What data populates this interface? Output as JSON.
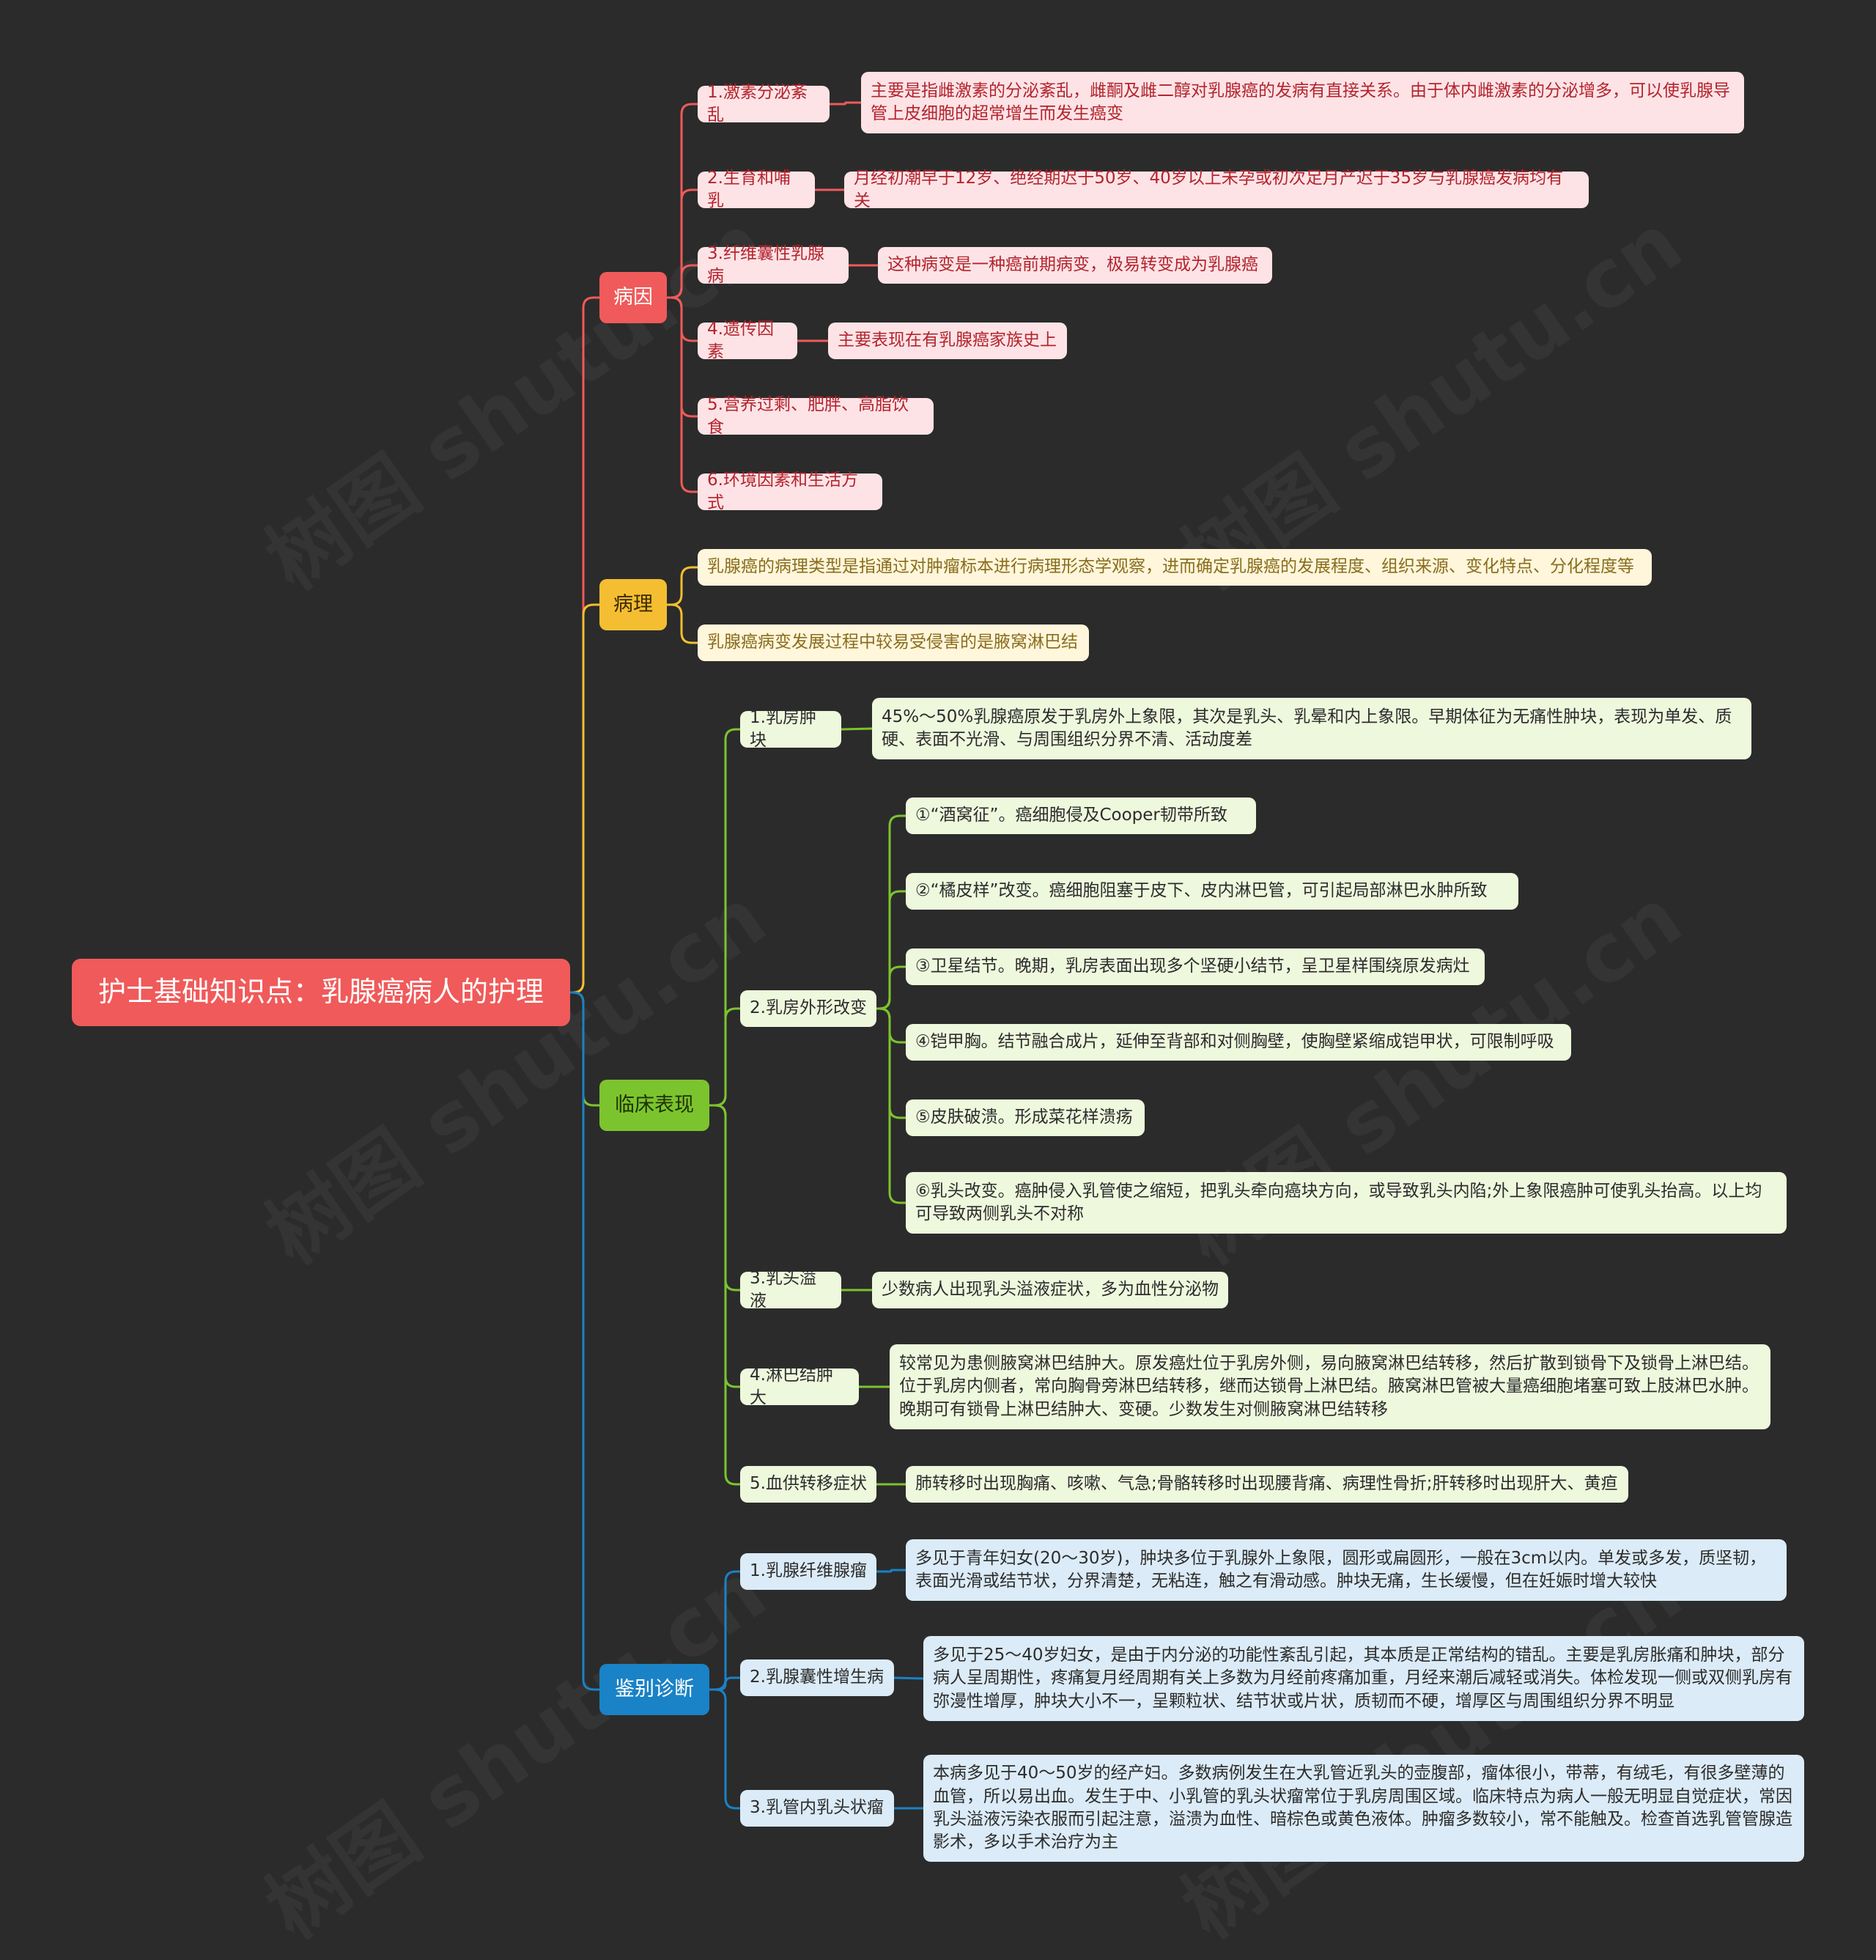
{
  "colors": {
    "background": "#2b2b2b",
    "root": "#f05a5a",
    "cause": "#f05a5a",
    "pathology": "#f5be32",
    "clinical": "#7cc42e",
    "diagnosis": "#1a82c6"
  },
  "root": {
    "title": "护士基础知识点：乳腺癌病人的护理"
  },
  "cause": {
    "label": "病因",
    "items": [
      {
        "label": "1.激素分泌紊乱",
        "detail": "主要是指雌激素的分泌紊乱，雌酮及雌二醇对乳腺癌的发病有直接关系。由于体内雌激素的分泌增多，可以使乳腺导管上皮细胞的超常增生而发生癌变"
      },
      {
        "label": "2.生育和哺乳",
        "detail": "月经初潮早于12岁、绝经期迟于50岁、40岁以上未孕或初次足月产迟于35岁与乳腺癌发病均有关"
      },
      {
        "label": "3.纤维囊性乳腺病",
        "detail": "这种病变是一种癌前期病变，极易转变成为乳腺癌"
      },
      {
        "label": "4.遗传因素",
        "detail": "主要表现在有乳腺癌家族史上"
      },
      {
        "label": "5.营养过剩、肥胖、高脂饮食"
      },
      {
        "label": "6.环境因素和生活方式"
      }
    ]
  },
  "pathology": {
    "label": "病理",
    "items": [
      "乳腺癌的病理类型是指通过对肿瘤标本进行病理形态学观察，进而确定乳腺癌的发展程度、组织来源、变化特点、分化程度等",
      "乳腺癌病变发展过程中较易受侵害的是腋窝淋巴结"
    ]
  },
  "clinical": {
    "label": "临床表现",
    "lump": {
      "label": "1.乳房肿块",
      "detail": "45%～50%乳腺癌原发于乳房外上象限，其次是乳头、乳晕和内上象限。早期体征为无痛性肿块，表现为单发、质硬、表面不光滑、与周围组织分界不清、活动度差"
    },
    "shape": {
      "label": "2.乳房外形改变",
      "items": [
        "①“酒窝征”。癌细胞侵及Cooper韧带所致",
        "②“橘皮样”改变。癌细胞阻塞于皮下、皮内淋巴管，可引起局部淋巴水肿所致",
        "③卫星结节。晚期，乳房表面出现多个坚硬小结节，呈卫星样围绕原发病灶",
        "④铠甲胸。结节融合成片，延伸至背部和对侧胸壁，使胸壁紧缩成铠甲状，可限制呼吸",
        "⑤皮肤破溃。形成菜花样溃疡",
        "⑥乳头改变。癌肿侵入乳管使之缩短，把乳头牵向癌块方向，或导致乳头内陷;外上象限癌肿可使乳头抬高。以上均可导致两侧乳头不对称"
      ]
    },
    "discharge": {
      "label": "3.乳头溢液",
      "detail": "少数病人出现乳头溢液症状，多为血性分泌物"
    },
    "lymph": {
      "label": "4.淋巴结肿大",
      "detail": "较常见为患侧腋窝淋巴结肿大。原发癌灶位于乳房外侧，易向腋窝淋巴结转移，然后扩散到锁骨下及锁骨上淋巴结。位于乳房内侧者，常向胸骨旁淋巴结转移，继而达锁骨上淋巴结。腋窝淋巴管被大量癌细胞堵塞可致上肢淋巴水肿。晚期可有锁骨上淋巴结肿大、变硬。少数发生对侧腋窝淋巴结转移"
    },
    "metastasis": {
      "label": "5.血供转移症状",
      "detail": "肺转移时出现胸痛、咳嗽、气急;骨骼转移时出现腰背痛、病理性骨折;肝转移时出现肝大、黄疸"
    }
  },
  "diagnosis": {
    "label": "鉴别诊断",
    "items": [
      {
        "label": "1.乳腺纤维腺瘤",
        "detail": "多见于青年妇女(20～30岁)，肿块多位于乳腺外上象限，圆形或扁圆形，一般在3cm以内。单发或多发，质坚韧，表面光滑或结节状，分界清楚，无粘连，触之有滑动感。肿块无痛，生长缓慢，但在妊娠时增大较快"
      },
      {
        "label": "2.乳腺囊性增生病",
        "detail": "多见于25～40岁妇女，是由于内分泌的功能性紊乱引起，其本质是正常结构的错乱。主要是乳房胀痛和肿块，部分病人呈周期性，疼痛复月经周期有关上多数为月经前疼痛加重，月经来潮后减轻或消失。体检发现一侧或双侧乳房有弥漫性增厚，肿块大小不一，呈颗粒状、结节状或片状，质韧而不硬，增厚区与周围组织分界不明显"
      },
      {
        "label": "3.乳管内乳头状瘤",
        "detail": "本病多见于40～50岁的经产妇。多数病例发生在大乳管近乳头的壶腹部，瘤体很小，带蒂，有绒毛，有很多壁薄的血管，所以易出血。发生于中、小乳管的乳头状瘤常位于乳房周围区域。临床特点为病人一般无明显自觉症状，常因乳头溢液污染衣服而引起注意，溢溃为血性、暗棕色或黄色液体。肿瘤多数较小，常不能触及。检查首选乳管管腺造影术，多以手术治疗为主"
      }
    ]
  }
}
